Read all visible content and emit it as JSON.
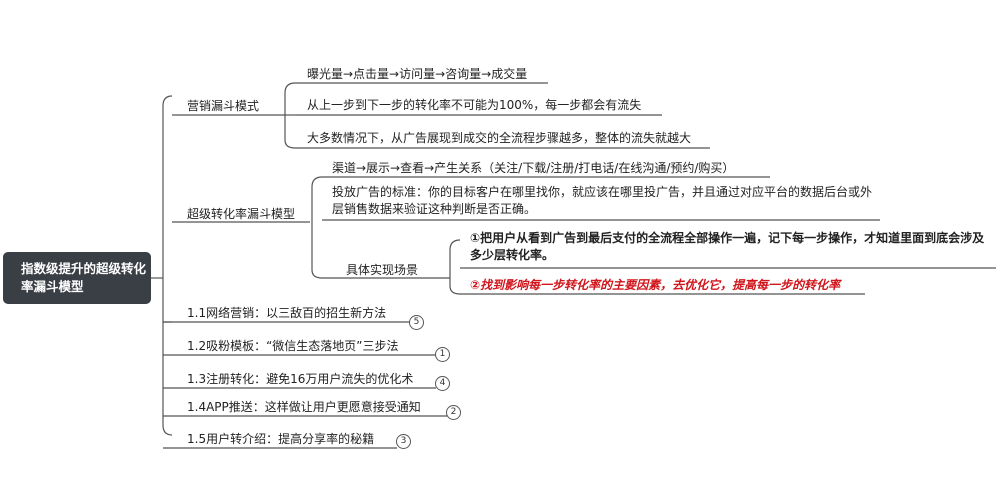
{
  "root": {
    "label": "指数级提升的超级转化率漏斗模型"
  },
  "branches": {
    "b1": {
      "label": "营销漏斗模式",
      "items": [
        "曝光量→点击量→访问量→咨询量→成交量",
        "从上一步到下一步的转化率不可能为100%，每一步都会有流失",
        "大多数情况下，从广告展现到成交的全流程步骤越多，整体的流失就越大"
      ]
    },
    "b2": {
      "label": "超级转化率漏斗模型",
      "items": [
        "渠道→展示→查看→产生关系（关注/下载/注册/打电话/在线沟通/预约/购买）",
        "投放广告的标准：你的目标客户在哪里找你，就应该在哪里投广告，并且通过对应平台的数据后台或外层销售数据来验证这种判断是否正确。"
      ],
      "sub": {
        "label": "具体实现场景",
        "items": [
          "①把用户从看到广告到最后支付的全流程全部操作一遍，记下每一步操作，才知道里面到底会涉及多少层转化率。",
          "②找到影响每一步转化率的主要因素，去优化它，提高每一步的转化率"
        ]
      }
    },
    "links": [
      {
        "label": "1.1网络营销：以三敌百的招生新方法",
        "badge": "5"
      },
      {
        "label": "1.2吸粉模板：“微信生态落地页”三步法",
        "badge": "1"
      },
      {
        "label": "1.3注册转化：避免16万用户流失的优化术",
        "badge": "4"
      },
      {
        "label": "1.4APP推送：这样做让用户更愿意接受通知",
        "badge": "2"
      },
      {
        "label": "1.5用户转介绍：提高分享率的秘籍",
        "badge": "3"
      }
    ]
  }
}
